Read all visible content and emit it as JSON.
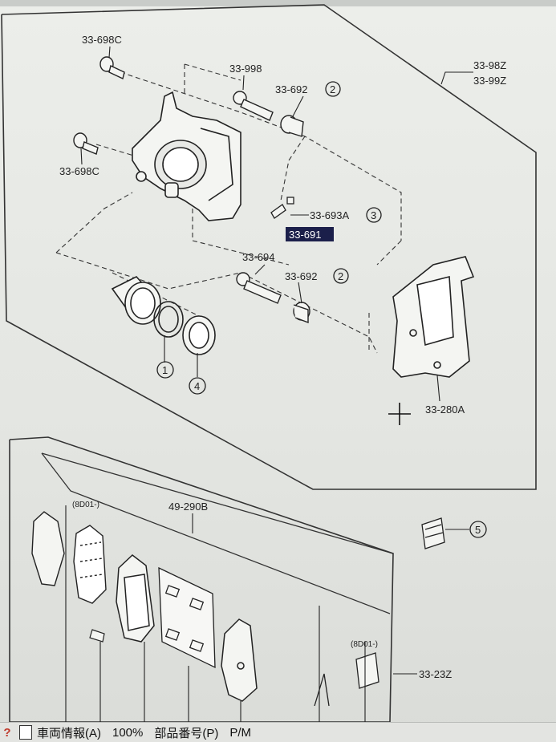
{
  "labels": {
    "bolt_top": "33-698C",
    "bolt_left": "33-698C",
    "guide_pin_upper": "33-998",
    "boot_upper": "33-692",
    "boot_upper_num": "2",
    "bleeder": "33-693A",
    "bleeder_num": "3",
    "highlighted": "33-691",
    "guide_pin_lower": "33-694",
    "boot_lower": "33-692",
    "boot_lower_num": "2",
    "piston_num": "1",
    "seal_num": "4",
    "bracket": "33-280A",
    "assembly_a": "33-98Z",
    "assembly_b": "33-99Z",
    "pad_set": "49-290B",
    "shim_label_a": "(8D01-)",
    "shim_label_b": "(8D01-)",
    "pad_kit": "33-23Z",
    "clip_num": "5"
  },
  "statusbar": {
    "marker": "?",
    "tab_vehicle": "車両情報(A)",
    "zoom": "100%",
    "tab_part": "部品番号(P)",
    "tab_more": "P/M"
  },
  "colors": {
    "ink": "#222222",
    "highlight_bg": "#1b1f4a",
    "paper": "#eceeea"
  }
}
